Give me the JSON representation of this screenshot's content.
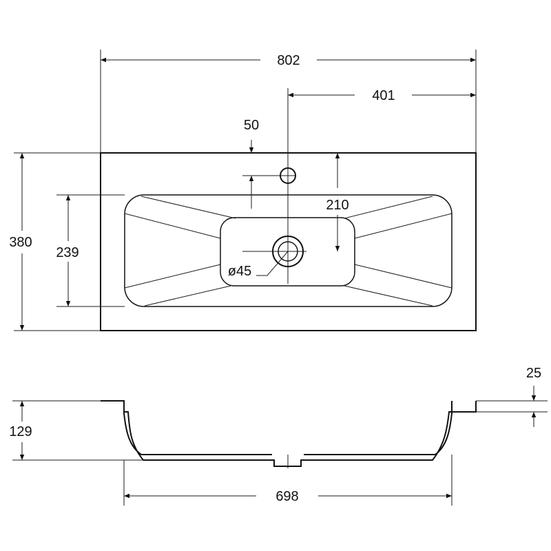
{
  "dimensions": {
    "overall_width": "802",
    "half_width": "401",
    "tap_hole_offset": "50",
    "drain_offset": "210",
    "overall_depth": "380",
    "bowl_depth": "239",
    "drain_diameter": "ø45",
    "rim_thickness": "25",
    "height": "129",
    "bottom_width": "698"
  },
  "colors": {
    "line": "#111111",
    "background": "#ffffff"
  }
}
